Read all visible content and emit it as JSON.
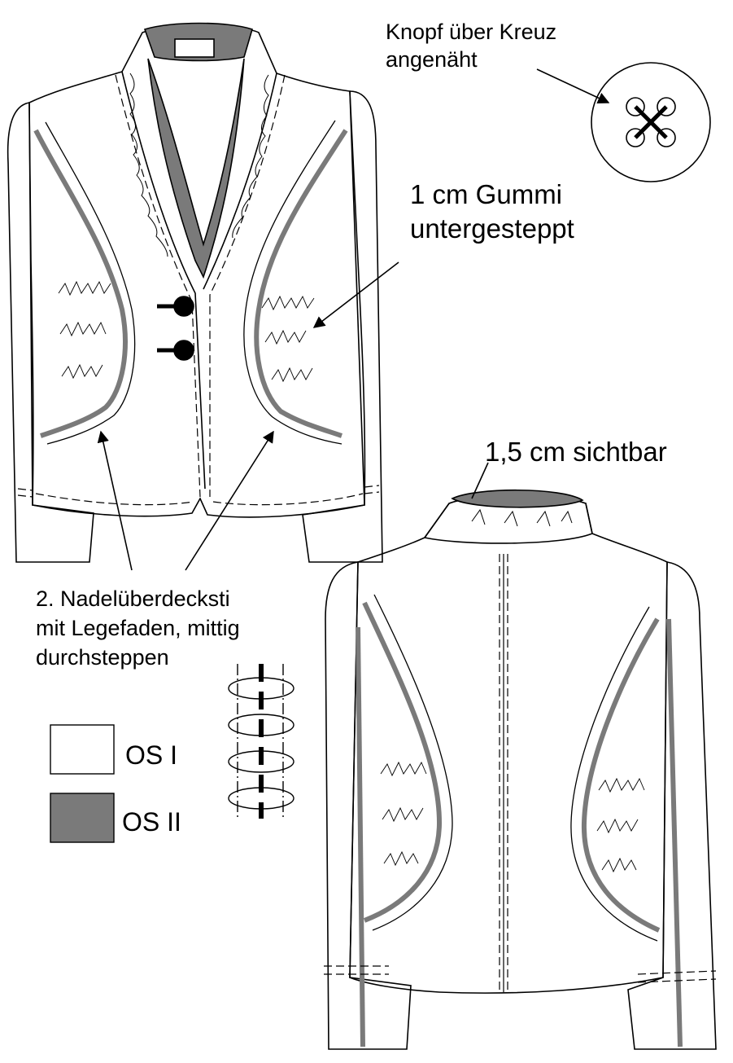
{
  "annotations": {
    "button_note_line1": "Knopf über Kreuz",
    "button_note_line2": "angenäht",
    "elastic_note_line1": "1 cm Gummi",
    "elastic_note_line2": "untergesteppt",
    "collar_note": "1,5 cm sichtbar",
    "stitch_note_line1": "2. Nadelüberdecksti",
    "stitch_note_line2": "mit Legefaden, mittig",
    "stitch_note_line3": "durchsteppen"
  },
  "legend": {
    "items": [
      {
        "label": "OS I",
        "color": "#ffffff"
      },
      {
        "label": "OS II",
        "color": "#7a7a7a"
      }
    ]
  },
  "colors": {
    "line": "#000000",
    "accent_fabric": "#7a7a7a",
    "paper": "#ffffff"
  }
}
